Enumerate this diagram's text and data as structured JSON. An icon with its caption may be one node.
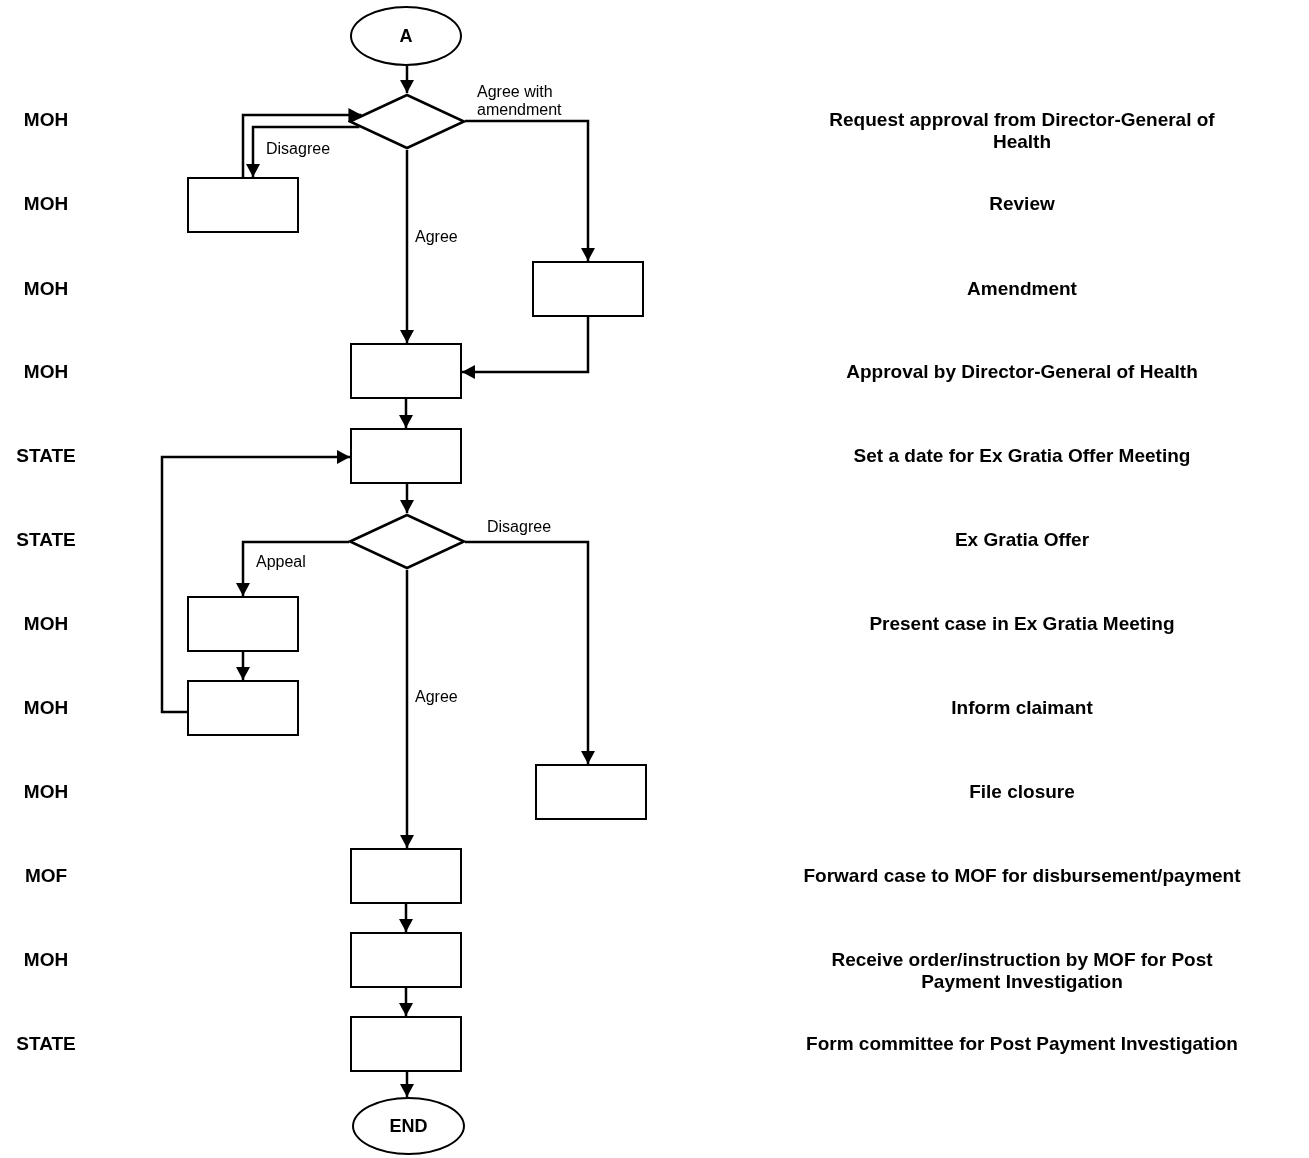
{
  "diagram": {
    "nodes": [
      {
        "text": [
          "A"
        ]
      },
      {
        "text": [],
        "shape": "diamond"
      },
      {
        "text": [],
        "shape": "box"
      },
      {
        "text": [],
        "shape": "box"
      },
      {
        "text": [],
        "shape": "box"
      },
      {
        "text": [],
        "shape": "box"
      },
      {
        "text": [],
        "shape": "diamond"
      },
      {
        "text": [],
        "shape": "box"
      },
      {
        "text": [],
        "shape": "box"
      },
      {
        "text": [],
        "shape": "box"
      },
      {
        "text": [],
        "shape": "box"
      },
      {
        "text": [],
        "shape": "box"
      },
      {
        "text": [],
        "shape": "box"
      },
      {
        "text": [
          "END"
        ]
      }
    ],
    "edges": [
      {
        "from": 0,
        "to": 1,
        "arrow": "to"
      },
      {
        "from": 1,
        "to": 2,
        "arrow": "to",
        "label": "Disagree"
      },
      {
        "from": 2,
        "to": 1,
        "arrow": "to"
      },
      {
        "from": 1,
        "to": 4,
        "arrow": "to",
        "label": "Agree"
      },
      {
        "from": 1,
        "to": 3,
        "arrow": "to",
        "label": "Agree with amendment"
      },
      {
        "from": 3,
        "to": 4,
        "arrow": "to"
      },
      {
        "from": 4,
        "to": 5,
        "arrow": "to"
      },
      {
        "from": 5,
        "to": 6,
        "arrow": "to"
      },
      {
        "from": 6,
        "to": 7,
        "arrow": "to",
        "label": "Appeal"
      },
      {
        "from": 7,
        "to": 8,
        "arrow": "to"
      },
      {
        "from": 8,
        "to": 5,
        "arrow": "to"
      },
      {
        "from": 6,
        "to": 9,
        "arrow": "to",
        "label": "Disagree"
      },
      {
        "from": 6,
        "to": 10,
        "arrow": "to",
        "label": "Agree"
      },
      {
        "from": 10,
        "to": 11,
        "arrow": "to"
      },
      {
        "from": 11,
        "to": 12,
        "arrow": "to"
      },
      {
        "from": 12,
        "to": 13,
        "arrow": "to"
      }
    ],
    "labels": [
      "MOH",
      "Request approval from Director-General of Health",
      "MOH",
      "Review",
      "MOH",
      "Amendment",
      "MOH",
      "Approval by Director-General of Health",
      "STATE",
      "Set a date for Ex Gratia Offer Meeting",
      "STATE",
      "Ex Gratia Offer",
      "MOH",
      "Present case in Ex Gratia Meeting",
      "MOH",
      "Inform claimant",
      "MOH",
      "File closure",
      "MOF",
      "Forward case to MOF for disbursement/payment",
      "MOH",
      "Receive order/instruction by MOF for Post Payment Investigation",
      "STATE",
      "Form committee for Post Payment Investigation"
    ]
  }
}
